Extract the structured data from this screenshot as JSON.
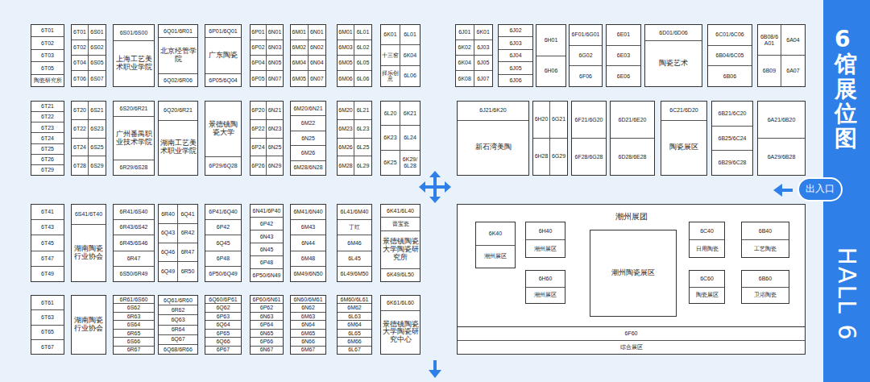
{
  "diagram": {
    "title": "6馆展位图",
    "nodes": [
      {
        "text": [
          "6T01",
          "6T02",
          "6T03",
          "6T05",
          "陶瓷研究所"
        ]
      },
      {
        "text": [
          "6T01",
          "6S01",
          "6T02",
          "6S02",
          "6T04",
          "6S05",
          "6T06",
          "6S07"
        ]
      },
      {
        "text": [
          "6S01/6S00",
          "上海工艺美术职业学院"
        ]
      },
      {
        "text": [
          "6Q01/6R01",
          "北京经管学院",
          "6Q02/6R06"
        ]
      },
      {
        "text": [
          "6P01/6Q01",
          "广东陶瓷",
          "6P05/6Q04"
        ]
      },
      {
        "text": [
          "6P01",
          "6N01",
          "6P02",
          "6N03",
          "6P04",
          "6N05",
          "6P05",
          "6N07"
        ]
      },
      {
        "text": [
          "6M01",
          "6N01",
          "6M02",
          "6N02",
          "6M04",
          "6N04",
          "6M05",
          "6N07"
        ]
      },
      {
        "text": [
          "6M01",
          "6L01",
          "6M03",
          "6L02",
          "6M05",
          "6L05",
          "6M06",
          "6L06"
        ]
      },
      {
        "text": [
          "6K01",
          "6L01",
          "十三窑",
          "6K04",
          "择乐创意",
          "6L06"
        ]
      },
      {
        "text": [
          "6J01",
          "6K01",
          "6K02",
          "6J03",
          "6K04",
          "6J05",
          "6K08",
          "6J07"
        ]
      },
      {
        "text": [
          "6J02",
          "6J03",
          "6J04",
          "6J05",
          "6J06"
        ]
      },
      {
        "text": [
          "6H01",
          "6H06"
        ]
      },
      {
        "text": [
          "6F01/6G01",
          "6G02",
          "6F06"
        ]
      },
      {
        "text": [
          "6E01",
          "6E03",
          "6E06"
        ]
      },
      {
        "text": [
          "6D01/6D06",
          "陶瓷艺术"
        ]
      },
      {
        "text": [
          "6C01/6C06",
          "6B04/6C05",
          "6B06"
        ]
      },
      {
        "text": [
          "6B08/6A01",
          "6A04",
          "6B09",
          "6A07"
        ]
      },
      {
        "text": [
          "6T21",
          "6T22",
          "6T23",
          "6T24",
          "6T25",
          "6T26",
          "6T29"
        ]
      },
      {
        "text": [
          "6T20",
          "6S21",
          "6T22",
          "6S23",
          "6T24",
          "6S25",
          "6T28",
          "6S29"
        ]
      },
      {
        "text": [
          "6S20/6R21",
          "广州番禺职业技术学院",
          "6R29/6S28"
        ]
      },
      {
        "text": [
          "6Q20/6R21",
          "湖南工艺美术职业学院"
        ]
      },
      {
        "text": [
          "景德镇陶瓷大学",
          "6P29/6Q28"
        ]
      },
      {
        "text": [
          "6P20",
          "6N21",
          "6P22",
          "6N23",
          "6P24",
          "6N25",
          "6P26",
          "6N29"
        ]
      },
      {
        "text": [
          "6M20/6N21",
          "6M22",
          "6N25",
          "6M26",
          "6M28/6N28"
        ]
      },
      {
        "text": [
          "6M20",
          "6L21",
          "6M23",
          "6L23",
          "6M26",
          "6L25",
          "6M28",
          "6L29"
        ]
      },
      {
        "text": [
          "6L20",
          "6K21",
          "6K23",
          "6L24",
          "6K25",
          "6K29/6L28"
        ]
      },
      {
        "text": [
          "6J21/6K20",
          "新石湾美陶"
        ]
      },
      {
        "text": [
          "6H20",
          "6G21",
          "6H28",
          "6G29"
        ]
      },
      {
        "text": [
          "6F21/6G20",
          "6F28/6G28"
        ]
      },
      {
        "text": [
          "6D21/6E20",
          "6D28/6E28"
        ]
      },
      {
        "text": [
          "6C21/6D20",
          "陶瓷展区"
        ]
      },
      {
        "text": [
          "6B21/6C20",
          "6B25/6C24",
          "6B29/6C28"
        ]
      },
      {
        "text": [
          "6A21/6B20",
          "6A29/6B28"
        ]
      },
      {
        "text": [
          "6T41",
          "6T43",
          "6T45",
          "6T47",
          "6T49"
        ]
      },
      {
        "text": [
          "6S41/6T40",
          "湖南陶瓷行业协会"
        ]
      },
      {
        "text": [
          "6R41/6S40",
          "6R43/6S42",
          "6R45/6S46",
          "6R47",
          "6S50/6R49"
        ]
      },
      {
        "text": [
          "6R40",
          "6Q41",
          "6Q43",
          "6R42",
          "6Q46",
          "6R47",
          "6Q49",
          "6R50"
        ]
      },
      {
        "text": [
          "6P41/6Q40",
          "6P42",
          "6Q45",
          "6P48",
          "6P50/6Q49"
        ]
      },
      {
        "text": [
          "6N41/6P40",
          "6P42",
          "6N43",
          "6N45",
          "6P48",
          "6P50/6N49"
        ]
      },
      {
        "text": [
          "6M41/6N40",
          "6M43",
          "6N44",
          "6M48",
          "6M49/6N50"
        ]
      },
      {
        "text": [
          "6L41/6M40",
          "丁红",
          "6M46",
          "6L45",
          "6L49/6M50"
        ]
      },
      {
        "text": [
          "6K41/6L40",
          "晋宝瓷",
          "景德镇陶瓷大学陶瓷研究所",
          "6K49/6L50"
        ]
      },
      {
        "text": [
          "6T61",
          "6T63",
          "6T65",
          "6T67"
        ]
      },
      {
        "text": [
          "湖南陶瓷行业协会"
        ]
      },
      {
        "text": [
          "6R61/6S60",
          "6S62",
          "6R63",
          "6S64",
          "6R65",
          "6S66",
          "6R67"
        ]
      },
      {
        "text": [
          "6Q61/6R60",
          "6R62",
          "6Q63",
          "6R64",
          "6Q67",
          "6Q68/6R66"
        ]
      },
      {
        "text": [
          "6Q60/6P61",
          "6Q62",
          "6P63",
          "6Q64",
          "6P65",
          "6Q66",
          "6P67"
        ]
      },
      {
        "text": [
          "6P60/6N61",
          "6P62",
          "6N63",
          "6P64",
          "6N65",
          "6P66",
          "6N67"
        ]
      },
      {
        "text": [
          "6N60/6M61",
          "6N62",
          "6M63",
          "6N64",
          "6M65",
          "6N66",
          "6M67"
        ]
      },
      {
        "text": [
          "6M60/6L61",
          "6M62",
          "6L63",
          "6M64",
          "6L65",
          "6M66",
          "6L67"
        ]
      },
      {
        "text": [
          "6K61/6L60",
          "景德镇陶瓷大学陶瓷研究中心"
        ]
      },
      {
        "text": [
          "潮州展团"
        ]
      },
      {
        "text": [
          "6K40",
          "潮州展区"
        ],
        "in": 51
      },
      {
        "text": [
          "6H40",
          "潮州展区"
        ],
        "in": 51
      },
      {
        "text": [
          "6H60",
          "潮州展区"
        ],
        "in": 51
      },
      {
        "text": [
          "潮州陶瓷展区"
        ],
        "in": 51
      },
      {
        "text": [
          "6C40",
          "日用陶瓷"
        ],
        "in": 51
      },
      {
        "text": [
          "6B40",
          "工艺陶瓷"
        ],
        "in": 51
      },
      {
        "text": [
          "6C60",
          "陶瓷展区"
        ],
        "in": 51
      },
      {
        "text": [
          "6B60",
          "卫浴陶瓷"
        ],
        "in": 51
      },
      {
        "text": [
          "6F60",
          "综合展区"
        ],
        "in": 51
      },
      {
        "text": [
          "出入口"
        ]
      }
    ],
    "labels": [
      "HALL 6"
    ]
  }
}
